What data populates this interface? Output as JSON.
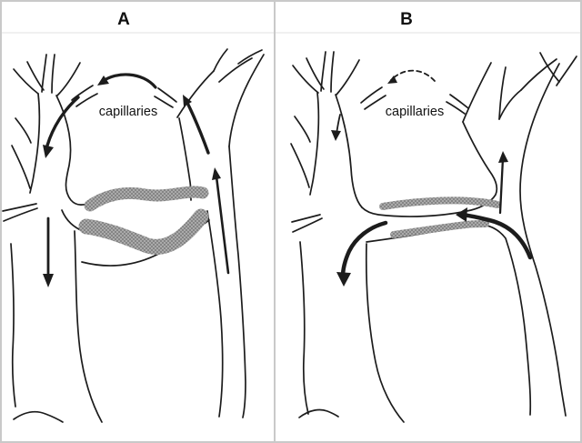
{
  "figure": {
    "panels": [
      {
        "label": "A",
        "caption": "capillaries"
      },
      {
        "label": "B",
        "caption": "capillaries"
      }
    ]
  },
  "colors": {
    "line": "#1c1c1c",
    "text": "#111111",
    "border": "#c9c9c9",
    "hairline": "#e0e0e0",
    "background": "#ffffff",
    "stippleBase": "#aaaaaa",
    "stippleDark": "#6b6b6b"
  }
}
